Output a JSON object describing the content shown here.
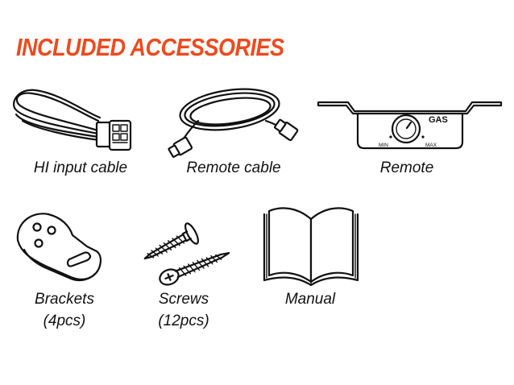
{
  "header": {
    "title": "INCLUDED ACCESSORIES",
    "accent_color": "#ee4a1e"
  },
  "remote_panel": {
    "brand": "GAS",
    "min_label": "MIN",
    "max_label": "MAX"
  },
  "items": [
    {
      "label": "HI input cable",
      "icon": "cable-with-connector-icon"
    },
    {
      "label": "Remote cable",
      "icon": "coiled-cable-icon"
    },
    {
      "label": "Remote",
      "icon": "remote-knob-icon"
    },
    {
      "label": "Brackets",
      "sublabel": "(4pcs)",
      "icon": "bracket-icon"
    },
    {
      "label": "Screws",
      "sublabel": "(12pcs)",
      "icon": "screw-icon"
    },
    {
      "label": "Manual",
      "icon": "open-book-icon"
    }
  ]
}
